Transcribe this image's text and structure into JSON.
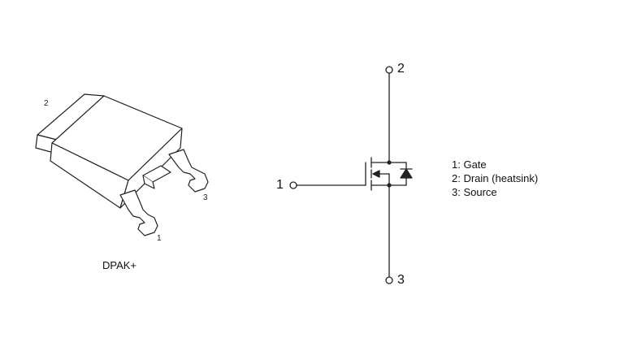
{
  "package": {
    "name": "DPAK+",
    "pin_labels": {
      "tab": "2",
      "left": "1",
      "right": "3"
    }
  },
  "schematic": {
    "pin_labels": {
      "gate": "1",
      "drain": "2",
      "source": "3"
    }
  },
  "legend": [
    "1: Gate",
    "2: Drain (heatsink)",
    "3: Source"
  ],
  "colors": {
    "line": "#222222",
    "background": "#ffffff"
  }
}
